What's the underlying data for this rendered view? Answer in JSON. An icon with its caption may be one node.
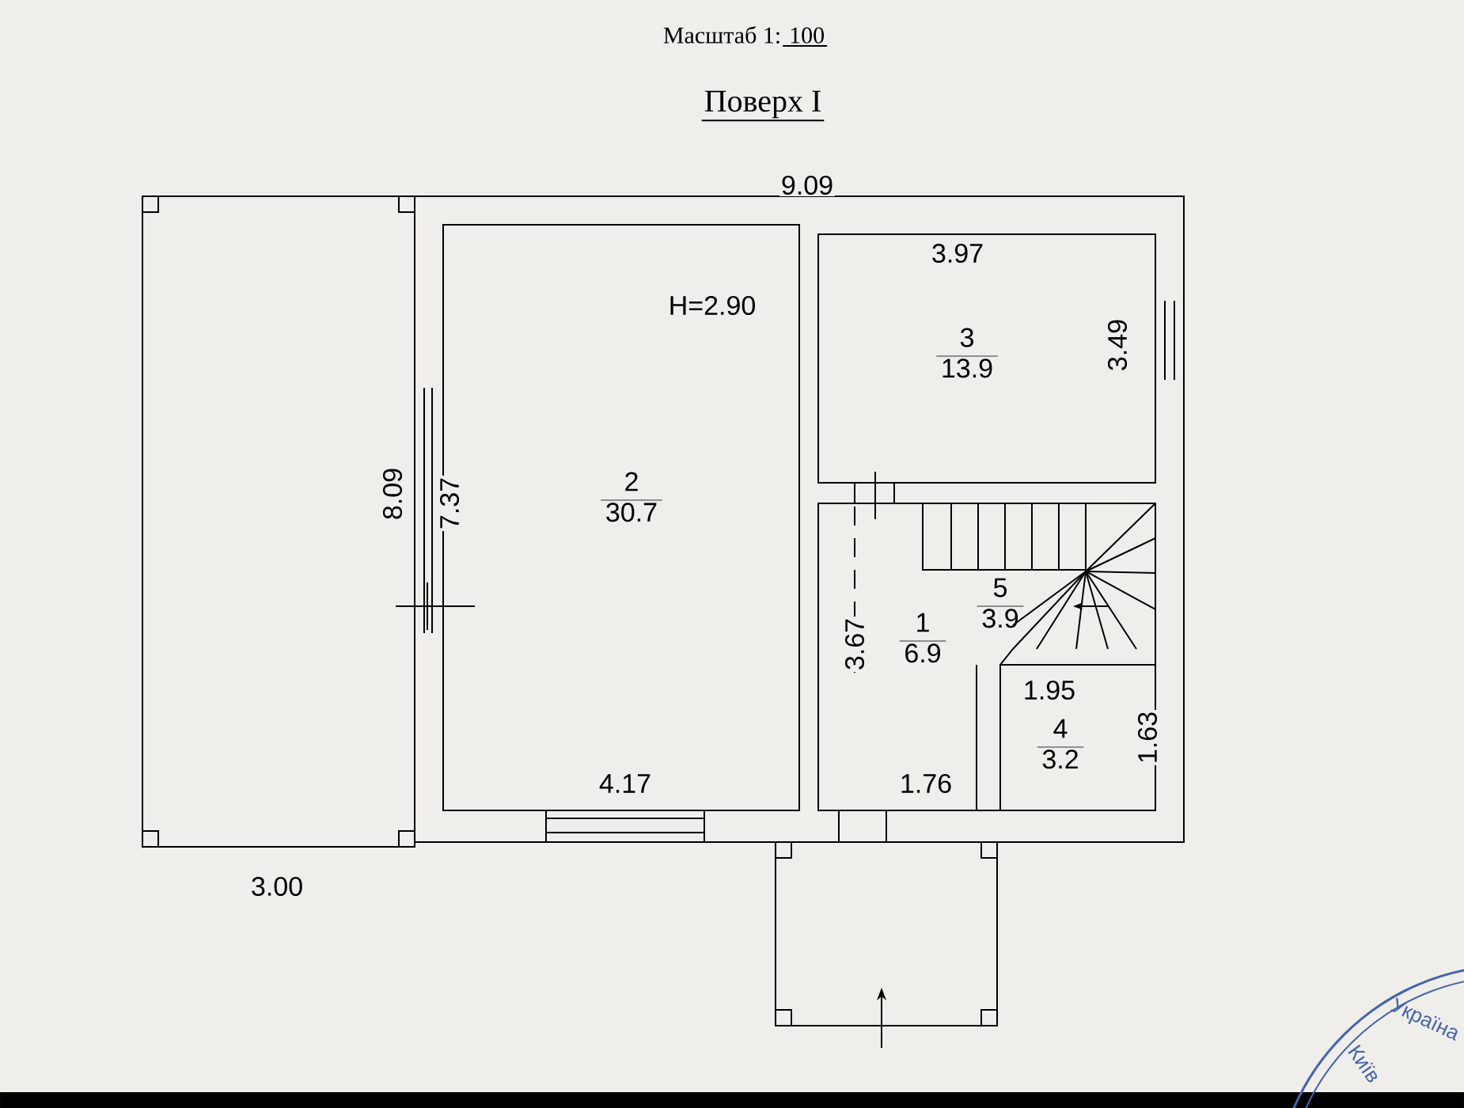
{
  "diagram": {
    "title": "Поверх I",
    "nodes": [
      {
        "text": [
          "3",
          "13.9"
        ]
      },
      {
        "text": [
          "2",
          "30.7"
        ]
      },
      {
        "text": [
          "5",
          "3.9"
        ]
      },
      {
        "text": [
          "1",
          "6.9"
        ]
      },
      {
        "text": [
          "4",
          "3.2"
        ]
      }
    ],
    "labels": [
      "Масштаб 1: 100",
      "9.09",
      "3.97",
      "H=2.90",
      "3.49",
      "8.09",
      "7.37",
      "3.67",
      "1.95",
      "1.63",
      "4.17",
      "1.76",
      "3.00",
      "Київ",
      "Україна"
    ]
  }
}
